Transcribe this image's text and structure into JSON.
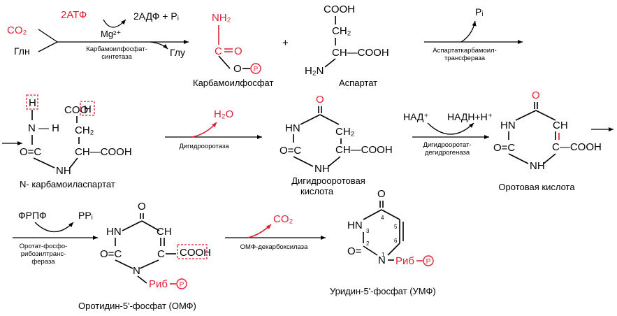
{
  "colors": {
    "highlight": "#e01e35",
    "ink": "#000000"
  },
  "step1": {
    "co2": "CO₂",
    "atp": "2АТФ",
    "mg": "Mg²⁺",
    "adp_pi": "2АДФ + Pᵢ",
    "gln": "Глн",
    "glu": "Глу",
    "enzyme_line1": "Карбамоилфосфат-",
    "enzyme_line2": "синтетаза"
  },
  "carbamoyl_phosphate": {
    "nh2": "NH₂",
    "c": "C",
    "o": "O",
    "o_link": "O",
    "p": "P",
    "name": "Карбамоилфосфат"
  },
  "plus": "+",
  "aspartate": {
    "cooh_top": "COOH",
    "ch2": "CH₂",
    "ch_cooh": "CH—COOH",
    "h2n": "H₂N",
    "name": "Аспартат"
  },
  "step2": {
    "pi": "Pᵢ",
    "enzyme_line1": "Аспартаткарбамоил-",
    "enzyme_line2": "трансфераза"
  },
  "carbamoyl_aspartate": {
    "h": "H",
    "coo": "COO",
    "oh_tail": "H",
    "n_h": "N — H",
    "ch2": "CH₂",
    "o_c": "O=C",
    "ch_cooh": "CH—COOH",
    "nh": "NH",
    "name": "N-   карбамоиласпартат"
  },
  "step3": {
    "h2o": "H₂O",
    "enzyme": "Дигидрооротаза"
  },
  "dihydroorotate": {
    "o_top": "O",
    "hn": "HN",
    "ch2": "CH₂",
    "o_c": "O=C",
    "ch_cooh": "CH—COOH",
    "nh": "NH",
    "name_line1": "Дигидрооротовая",
    "name_line2": "кислота"
  },
  "step4": {
    "nad": "НАД⁺",
    "nadh": "НАДН+H⁺",
    "enzyme_line1": "Дигидрооротат-",
    "enzyme_line2": "дегидрогеназа"
  },
  "orotate": {
    "o_top": "O",
    "hn": "HN",
    "ch": "CH",
    "o_c": "O=C",
    "c_cooh": "C—COOH",
    "nh": "NH",
    "name": "Оротовая кислота"
  },
  "step5": {
    "prpp": "ФРПФ",
    "ppi": "PPᵢ",
    "enzyme_line1": "Оротат-фосфо-",
    "enzyme_line2": "рибозилтранс-",
    "enzyme_line3": "фераза"
  },
  "omp": {
    "o_top": "O",
    "hn": "HN",
    "ch": "CH",
    "o_c": "O=C",
    "c": "C",
    "cooh": "COOH",
    "n": "N",
    "rib": "Риб",
    "p": "P",
    "name": "Оротидин-5'-фосфат    (ОМФ)"
  },
  "step6": {
    "co2": "CO₂",
    "enzyme": "ОМФ-декарбоксилаза"
  },
  "ump": {
    "o_top": "O",
    "hn": "HN",
    "o_c": "O=",
    "n": "N",
    "rib": "Риб",
    "p": "P",
    "n1": "1",
    "n2": "2",
    "n3": "3",
    "n4": "4",
    "n5": "5",
    "n6": "6",
    "name": "Уридин-5'-фосфат    (УМФ)"
  }
}
